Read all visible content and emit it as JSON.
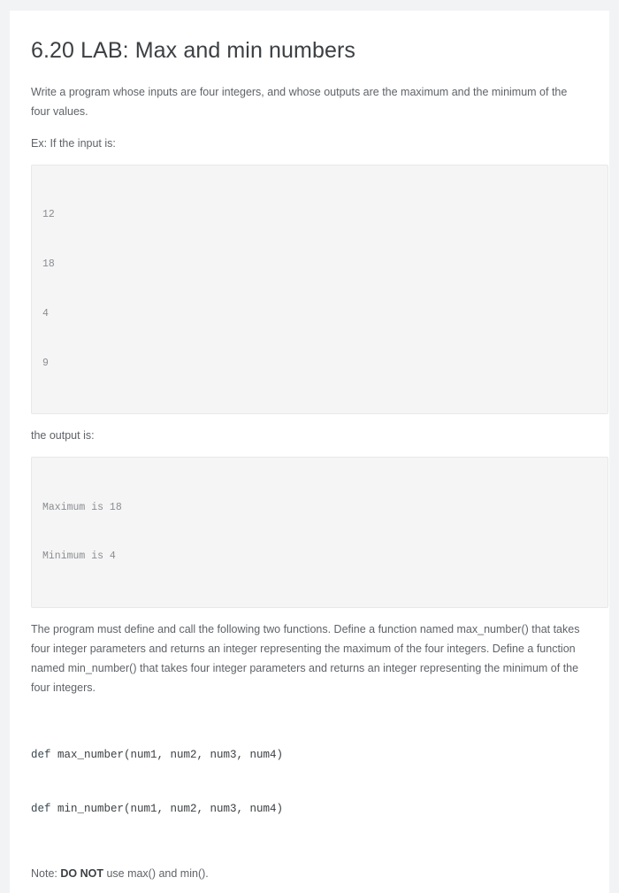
{
  "lab": {
    "title": "6.20 LAB: Max and min numbers",
    "intro": "Write a program whose inputs are four integers, and whose outputs are the maximum and the minimum of the four values.",
    "example_prompt": "Ex: If the input is:",
    "input_block": {
      "lines": [
        "12",
        "18",
        "4",
        "9"
      ]
    },
    "output_prompt": "the output is:",
    "output_block": {
      "lines": [
        "Maximum is 18",
        "Minimum is 4"
      ]
    },
    "requirements": "The program must define and call the following two functions. Define a function named max_number() that takes four integer parameters and returns an integer representing the maximum of the four integers. Define a function named min_number() that takes four integer parameters and returns an integer representing the minimum of the four integers.",
    "signatures": [
      {
        "keyword": "def",
        "rest": " max_number(num1, num2, num3, num4)"
      },
      {
        "keyword": "def",
        "rest": " min_number(num1, num2, num3, num4)"
      }
    ],
    "note": {
      "prefix": "Note: ",
      "emphasis": "DO NOT",
      "suffix": " use max() and min()."
    }
  },
  "colors": {
    "page_background": "#f1f3f4",
    "card_background": "#ffffff",
    "title_text": "#3c4043",
    "body_text": "#5f6368",
    "code_background": "#f5f5f5",
    "code_border": "#e8e8e8",
    "code_text": "#8a8d91",
    "signature_text": "#3c4043"
  }
}
